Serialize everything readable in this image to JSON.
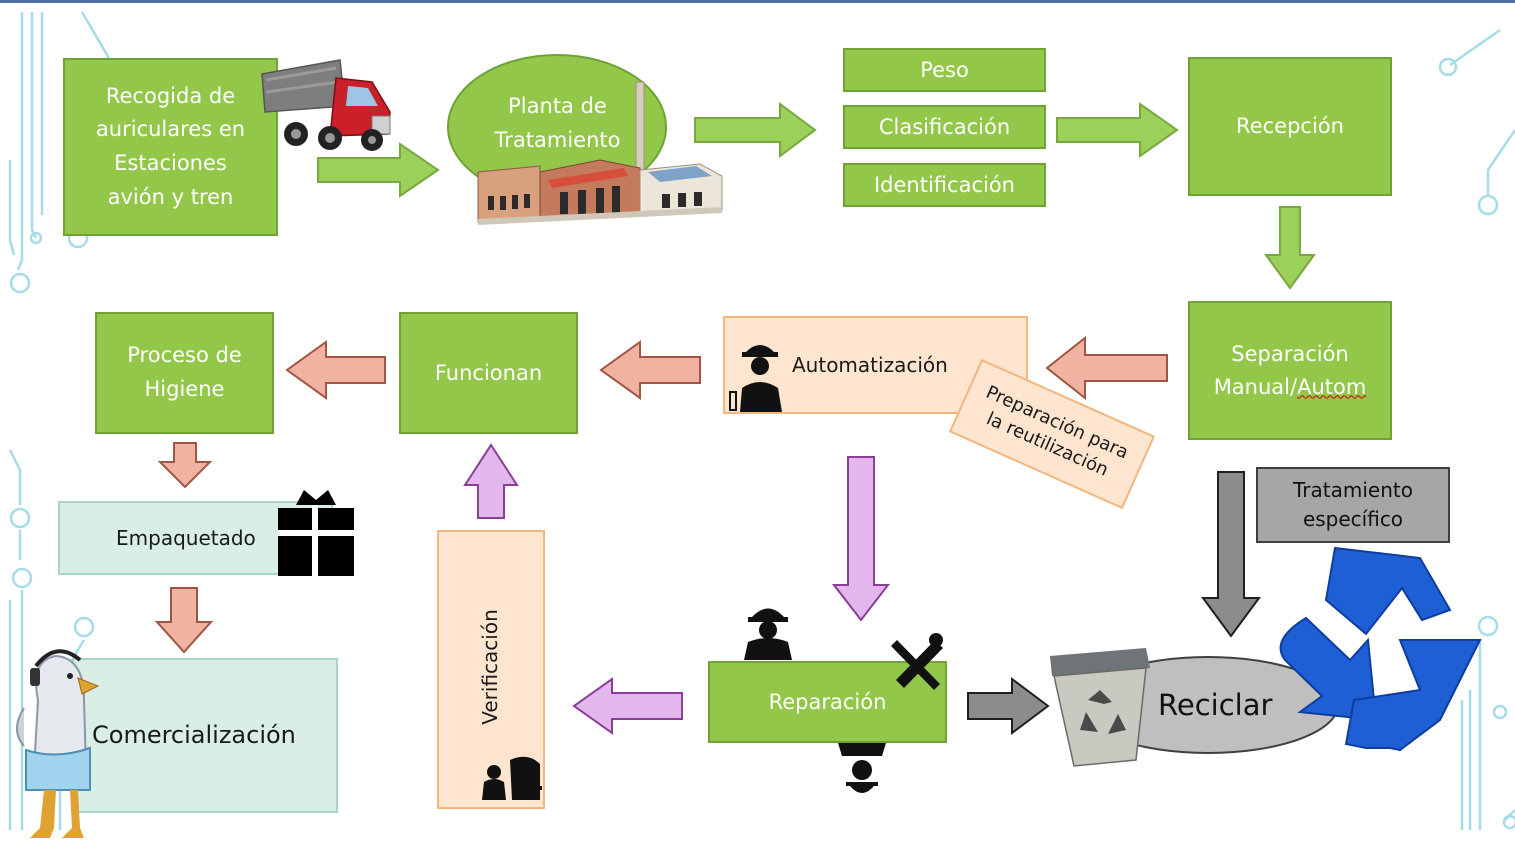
{
  "nodes": {
    "recogida": "Recogida de auriculares en Estaciones avión y tren",
    "planta": "Planta de Tratamiento",
    "peso": "Peso",
    "clasificacion": "Clasificación",
    "identificacion": "Identificación",
    "recepcion": "Recepción",
    "separacion_1": "Separación",
    "separacion_2a": "Manual/",
    "separacion_2b": "Autom",
    "automatizacion": "Automatización",
    "preparacion": "Preparación para la reutilización",
    "funcionan": "Funcionan",
    "higiene": "Proceso de Higiene",
    "empaquetado": "Empaquetado",
    "comercializacion": "Comercialización",
    "verificacion": "Verificación",
    "reparacion": "Reparación",
    "tratamiento": "Tratamiento específico",
    "reciclar": "Reciclar"
  },
  "colors": {
    "green": "#92c74a",
    "green_arrow": "#9bd05a",
    "peach": "#fde5cf",
    "salmon_arrow": "#f1b3a1",
    "purple_arrow": "#e4b7ec",
    "grey_arrow": "#8c8c8c",
    "mint": "#d9eee4",
    "recycle_blue": "#1f5fd6",
    "circuit": "#a6dbe8"
  },
  "icons": [
    "dump-truck-icon",
    "factory-icon",
    "worker-icon",
    "gift-box-icon",
    "seagull-mascot-icon",
    "tools-icon",
    "trash-bin-recycle-icon",
    "recycle-arrows-icon"
  ]
}
